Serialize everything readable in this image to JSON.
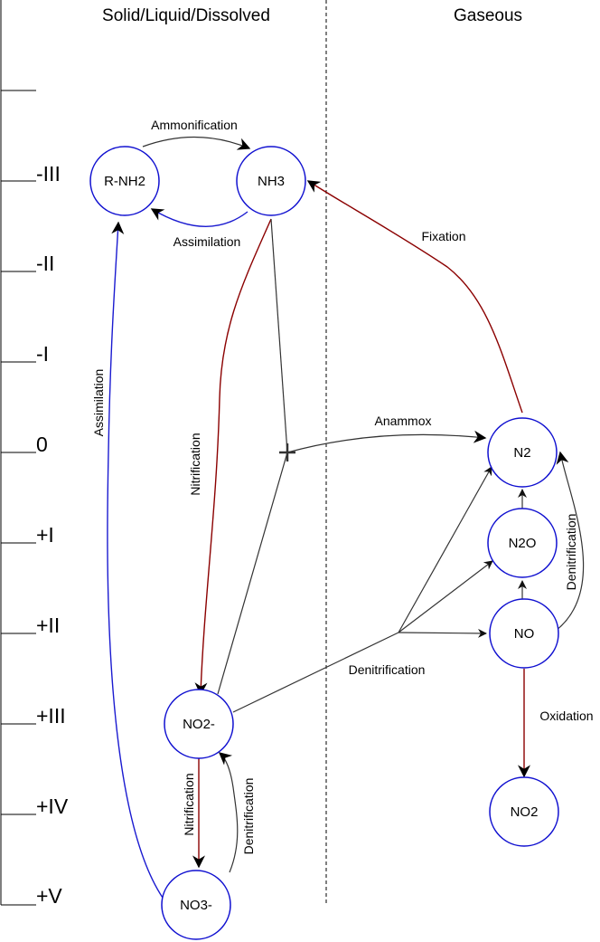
{
  "headers": {
    "left": "Solid/Liquid/Dissolved",
    "right": "Gaseous"
  },
  "oxidation_levels": [
    "-III",
    "-II",
    "-I",
    "0",
    "+I",
    "+II",
    "+III",
    "+IV",
    "+V"
  ],
  "nodes": {
    "rnh2": "R-NH2",
    "nh3": "NH3",
    "n2": "N2",
    "n2o": "N2O",
    "no": "NO",
    "no2m": "NO2-",
    "no3m": "NO3-",
    "no2": "NO2"
  },
  "edge_labels": {
    "ammonification": "Ammonification",
    "assimilation_top": "Assimilation",
    "fixation": "Fixation",
    "assimilation_left": "Assimilation",
    "nitrification_long": "Nitrification",
    "anammox": "Anammox",
    "denitrification_right": "Denitrification",
    "denitrification_mid": "Denitrification",
    "oxidation": "Oxidation",
    "nitrification_short": "Nitrification",
    "denitrification_bottom": "Denitrification"
  },
  "colors": {
    "node_stroke": "#1010d0",
    "oxidative_edge": "#8b0000",
    "assimilation_edge": "#1a1ad0",
    "default_edge": "#333333"
  }
}
